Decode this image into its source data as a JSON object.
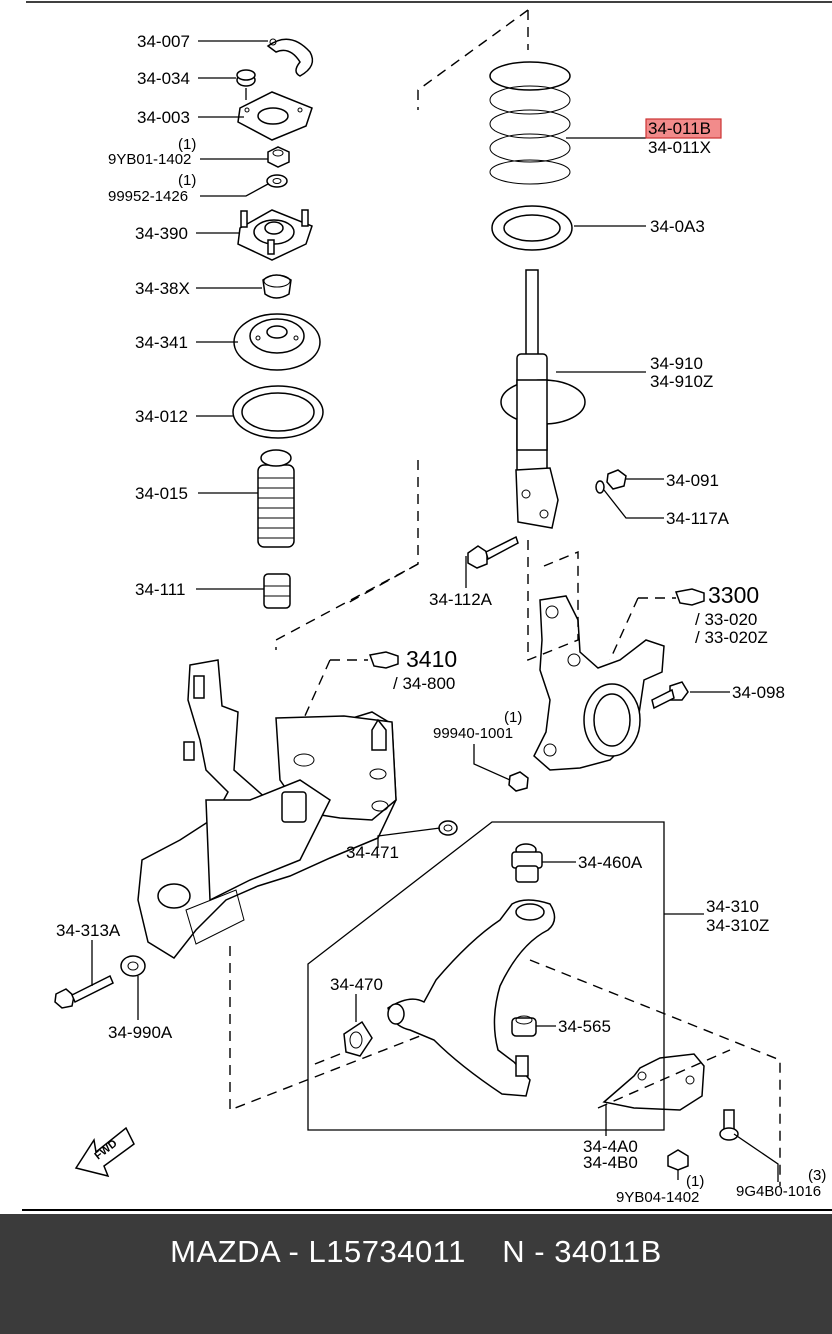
{
  "labels": {
    "p34_007": "34-007",
    "p34_034": "34-034",
    "p34_003": "34-003",
    "q1a": "(1)",
    "p9yb01": "9YB01-1402",
    "q1b": "(1)",
    "p99952": "99952-1426",
    "p34_390": "34-390",
    "p34_38x": "34-38X",
    "p34_341": "34-341",
    "p34_012": "34-012",
    "p34_015": "34-015",
    "p34_111": "34-111",
    "p34_011b": "34-011B",
    "p34_011x": "34-011X",
    "p34_0a3": "34-0A3",
    "p34_910": "34-910",
    "p34_910z": "34-910Z",
    "p34_091": "34-091",
    "p34_117a": "34-117A",
    "p34_112a": "34-112A",
    "ref3300": "3300",
    "p33_020": "/ 33-020",
    "p33_020z": "/ 33-020Z",
    "ref3410": "3410",
    "p34_800": "/ 34-800",
    "p34_098": "34-098",
    "q1c": "(1)",
    "p99940": "99940-1001",
    "p34_471": "34-471",
    "p34_460a": "34-460A",
    "p34_310": "34-310",
    "p34_310z": "34-310Z",
    "p34_313a": "34-313A",
    "p34_990a": "34-990A",
    "p34_470": "34-470",
    "p34_565": "34-565",
    "p34_4a0": "34-4A0",
    "p34_4b0": "34-4B0",
    "q1d": "(1)",
    "p9yb04": "9YB04-1402",
    "q3": "(3)",
    "p9g4b0": "9G4B0-1016",
    "fwd": "FWD"
  },
  "highlight_color": "#f28b8b",
  "footer": {
    "text": "MAZDA - L15734011    N - 34011B"
  }
}
